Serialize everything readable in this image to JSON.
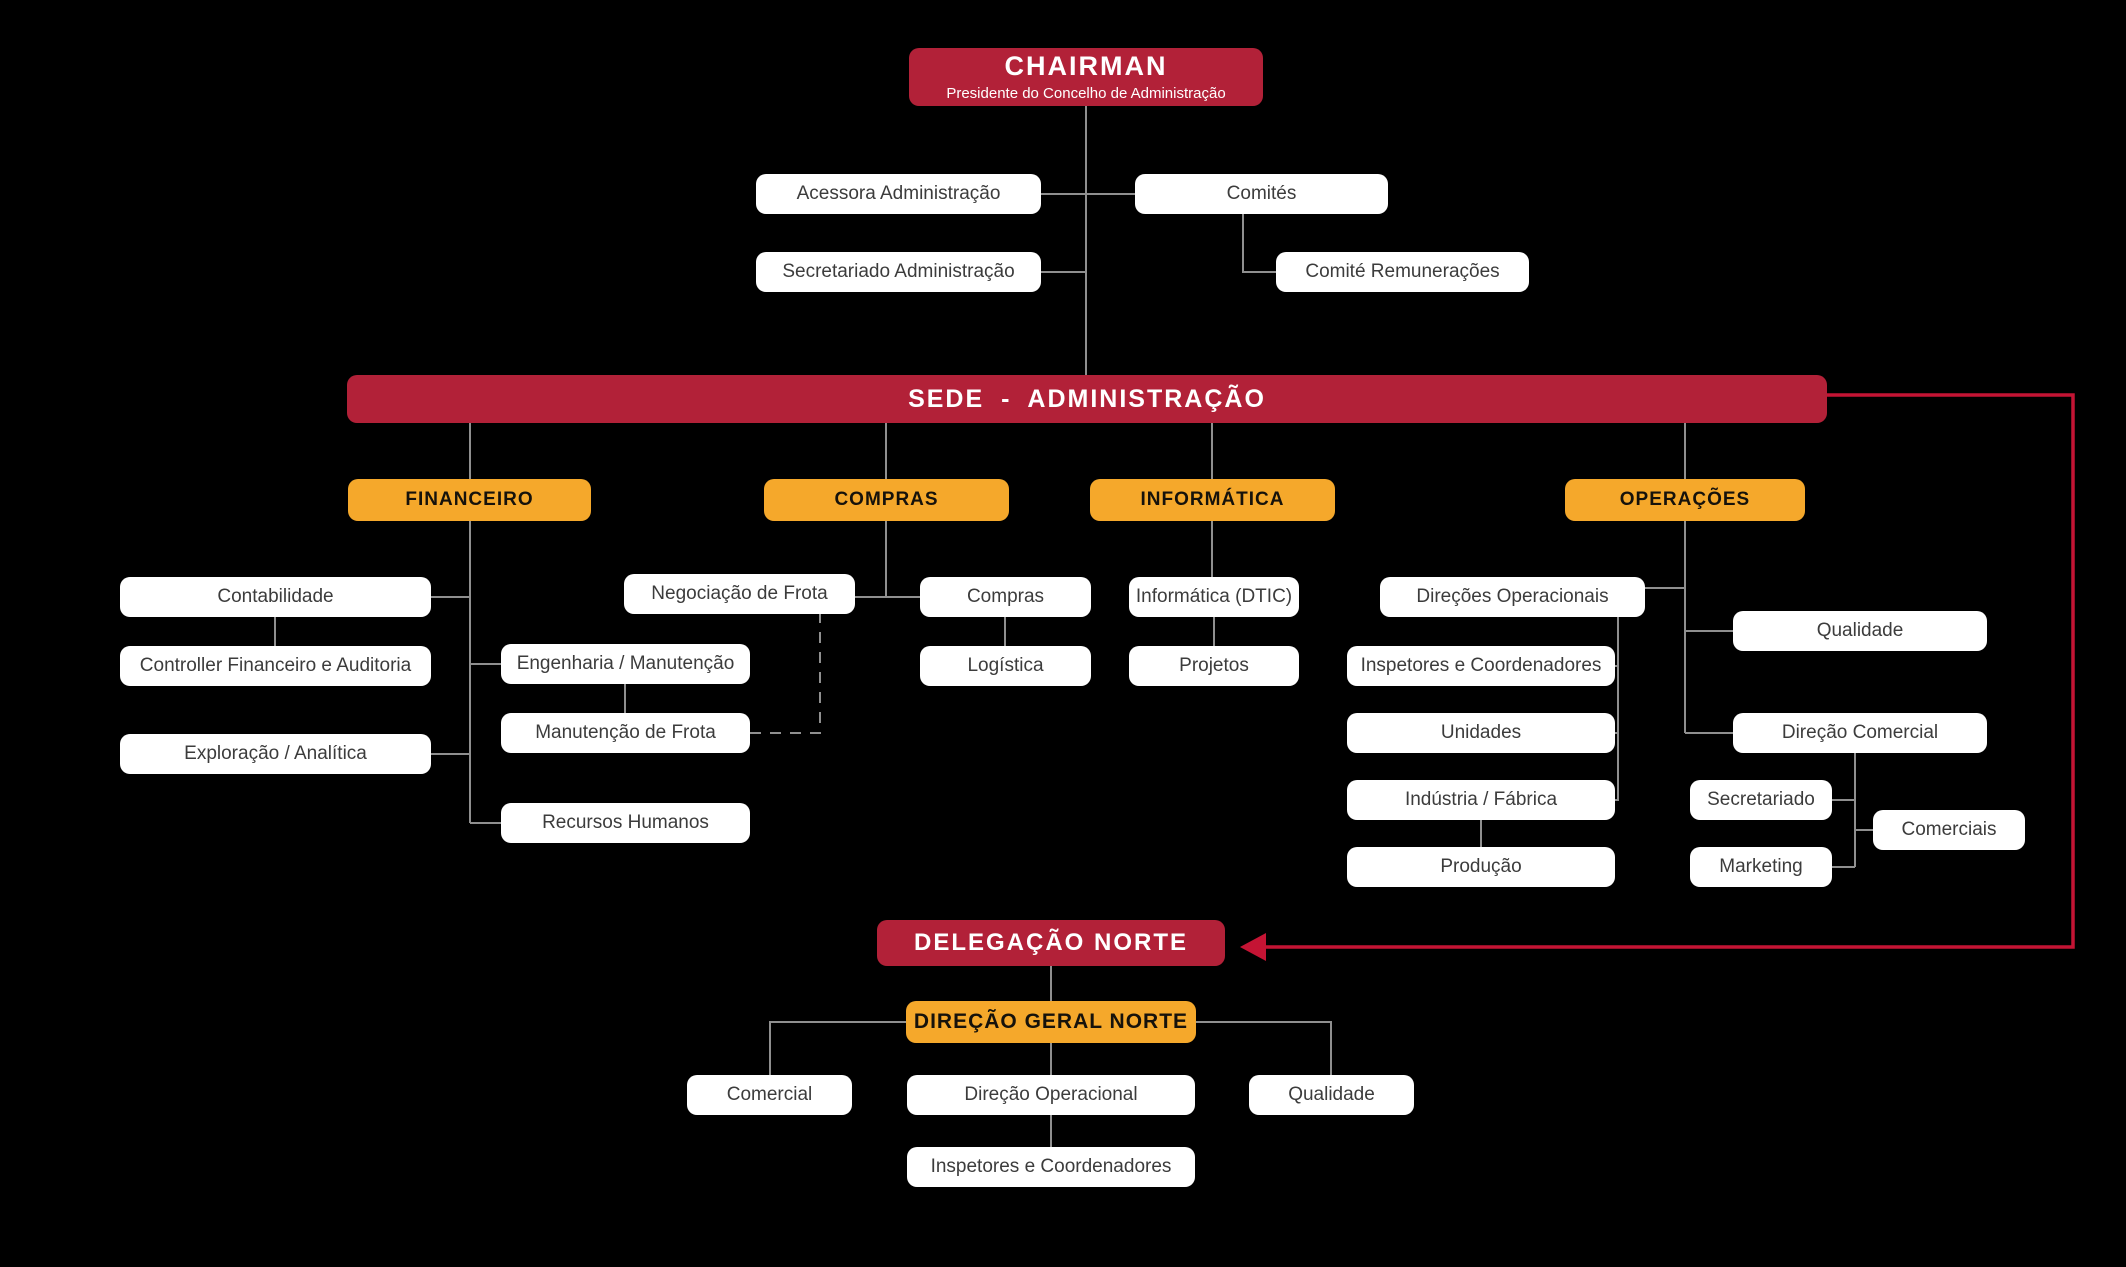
{
  "colors": {
    "bg": "#000000",
    "red": "#b22138",
    "orange": "#f5a82b",
    "arrow": "#c41434",
    "line": "#8f8f8f",
    "boxtext": "#3c3c3c"
  },
  "org": {
    "chairman": {
      "title": "CHAIRMAN",
      "subtitle": "Presidente do Concelho de Administração"
    },
    "staff": {
      "acessora": "Acessora Administração",
      "comites": "Comités",
      "secretariado": "Secretariado Administração",
      "comite_remuneracoes": "Comité Remunerações"
    },
    "sede": "SEDE - ADMINISTRAÇÃO",
    "financeiro": {
      "title": "FINANCEIRO",
      "contabilidade": "Contabilidade",
      "controller": "Controller Financeiro e Auditoria",
      "exploracao": "Exploração / Analítica",
      "engenharia": "Engenharia / Manutenção",
      "manutencao_frota": "Manutenção de Frota",
      "recursos_humanos": "Recursos Humanos"
    },
    "compras": {
      "title": "COMPRAS",
      "negociacao_frota": "Negociação de Frota",
      "compras": "Compras",
      "logistica": "Logística"
    },
    "informatica": {
      "title": "INFORMÁTICA",
      "dtic": "Informática (DTIC)",
      "projetos": "Projetos"
    },
    "operacoes": {
      "title": "OPERAÇÕES",
      "direcoes_operacionais": "Direções Operacionais",
      "inspetores": "Inspetores e Coordenadores",
      "unidades": "Unidades",
      "industria": "Indústria / Fábrica",
      "producao": "Produção",
      "qualidade": "Qualidade",
      "direcao_comercial": "Direção Comercial",
      "secretariado": "Secretariado",
      "comerciais": "Comerciais",
      "marketing": "Marketing"
    },
    "delegacao_norte": {
      "title": "DELEGAÇÃO NORTE",
      "direcao_geral": "DIREÇÃO GERAL NORTE",
      "comercial": "Comercial",
      "direcao_operacional": "Direção Operacional",
      "qualidade": "Qualidade",
      "inspetores": "Inspetores e Coordenadores"
    }
  }
}
